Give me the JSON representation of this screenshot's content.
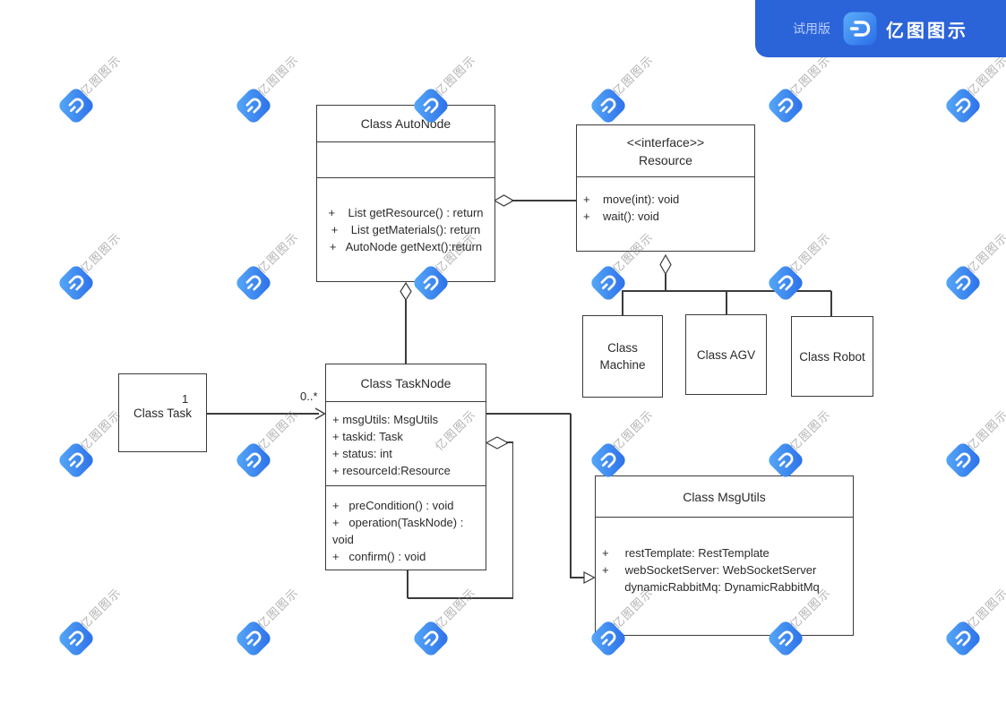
{
  "banner": {
    "trial_label": "试用版",
    "brand": "亿图图示"
  },
  "watermark": {
    "text": "亿图图示"
  },
  "diagram": {
    "autonode": {
      "title": "Class AutoNode",
      "methods": [
        "+    List getResource() : return",
        "+    List getMaterials(): return",
        "+   AutoNode getNext():return"
      ]
    },
    "resource": {
      "stereotype": "<<interface>>",
      "title": "Resource",
      "methods": [
        "+    move(int): void",
        "+    wait(): void"
      ]
    },
    "machine": {
      "title": "Class Machine"
    },
    "agv": {
      "title": "Class AGV"
    },
    "robot": {
      "title": "Class Robot"
    },
    "task": {
      "title": "Class Task"
    },
    "tasknode": {
      "title": "Class TaskNode",
      "attributes": [
        "+ msgUtils: MsgUtils",
        "+ taskid: Task",
        "+ status: int",
        "+ resourceId:Resource"
      ],
      "methods": [
        "+   preCondition() : void",
        "+   operation(TaskNode) :",
        "void",
        "+   confirm() : void"
      ]
    },
    "msgutils": {
      "title": "Class MsgUtils",
      "attributes": [
        "+     restTemplate: RestTemplate",
        "+     webSocketServer: WebSocketServer",
        "       dynamicRabbitMq: DynamicRabbitMq"
      ]
    },
    "labels": {
      "task_end_multiplicity": "1",
      "tasknode_end_multiplicity": "0..*"
    }
  },
  "colors": {
    "banner_blue": "#2b63d9",
    "tile_blue_light": "#55a9f8",
    "tile_blue_dark": "#2b6fea",
    "line": "#3b3b3b",
    "text": "#2b2b2b",
    "watermark_text": "#868686"
  }
}
